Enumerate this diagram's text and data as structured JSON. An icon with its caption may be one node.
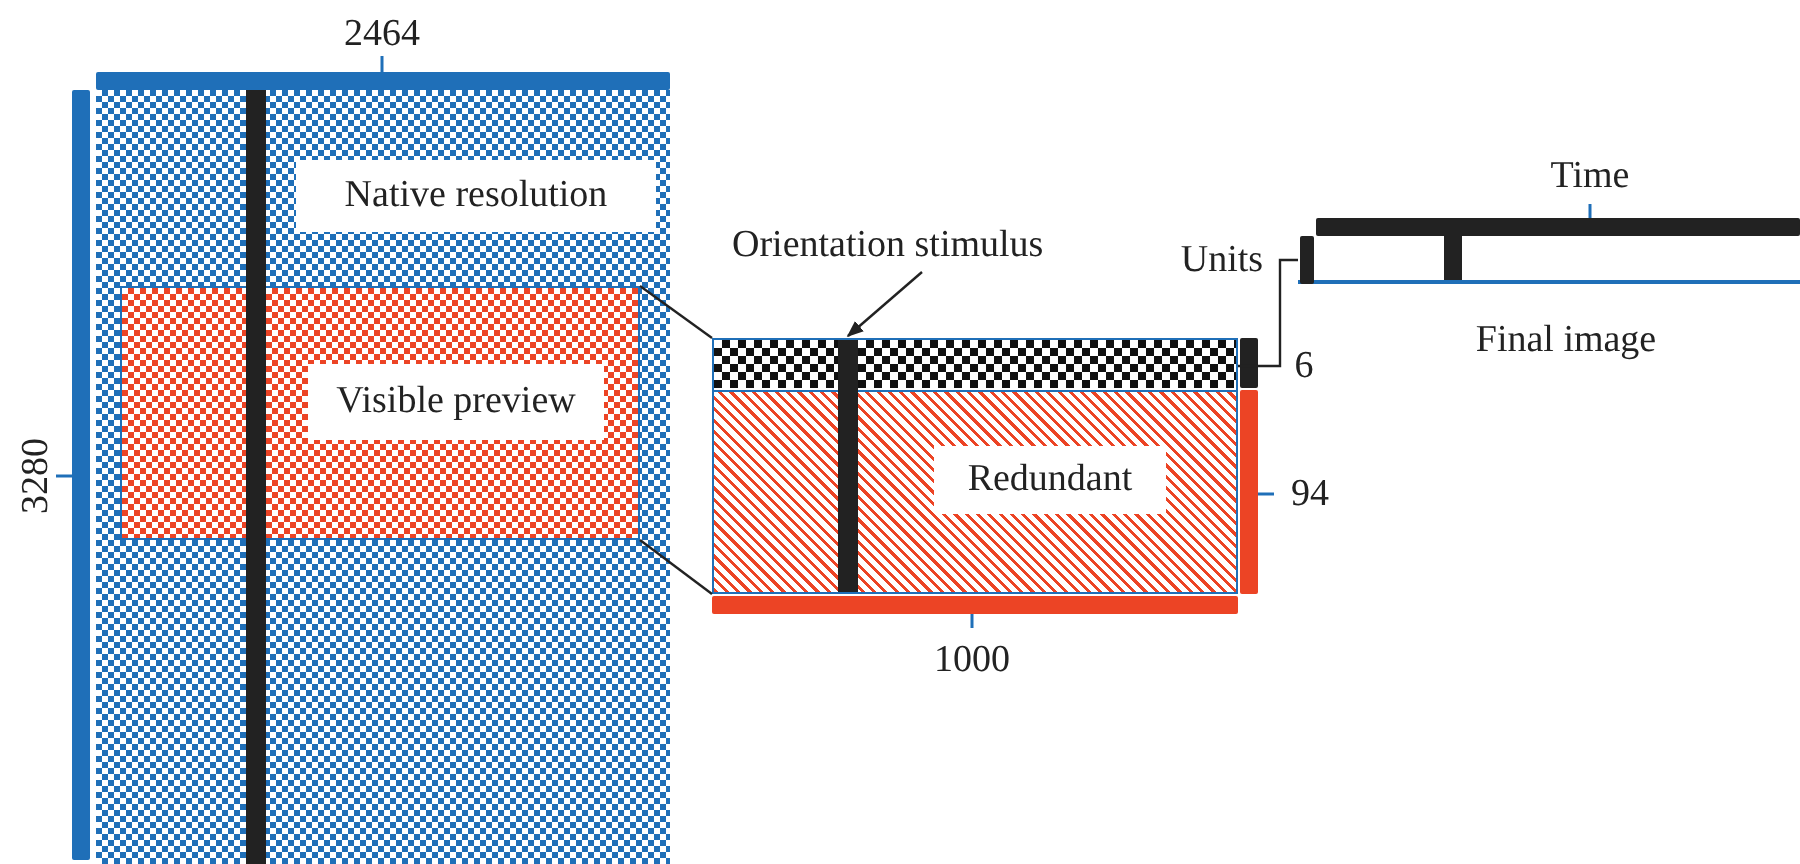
{
  "diagram": {
    "nodes": [
      {
        "text": [
          "Native resolution"
        ]
      },
      {
        "text": [
          "Visible preview"
        ],
        "in": 0
      },
      {
        "text": [],
        "shape": "box"
      },
      {
        "text": [
          "Redundant"
        ],
        "in": 2
      },
      {
        "text": [
          "Orientation stimulus"
        ]
      },
      {
        "text": [],
        "shape": "bar",
        "in": 2
      },
      {
        "text": [
          "Final image"
        ]
      }
    ],
    "edges": [
      {
        "from": 1,
        "to": 2,
        "arrow": "none"
      },
      {
        "from": 1,
        "to": 2,
        "arrow": "none"
      },
      {
        "from": 4,
        "to": 5,
        "arrow": "to"
      },
      {
        "from": 2,
        "to": 6,
        "arrow": "none"
      }
    ],
    "labels": [
      "2464",
      "Time",
      "Units",
      "6",
      "3280",
      "94",
      "1000"
    ]
  }
}
